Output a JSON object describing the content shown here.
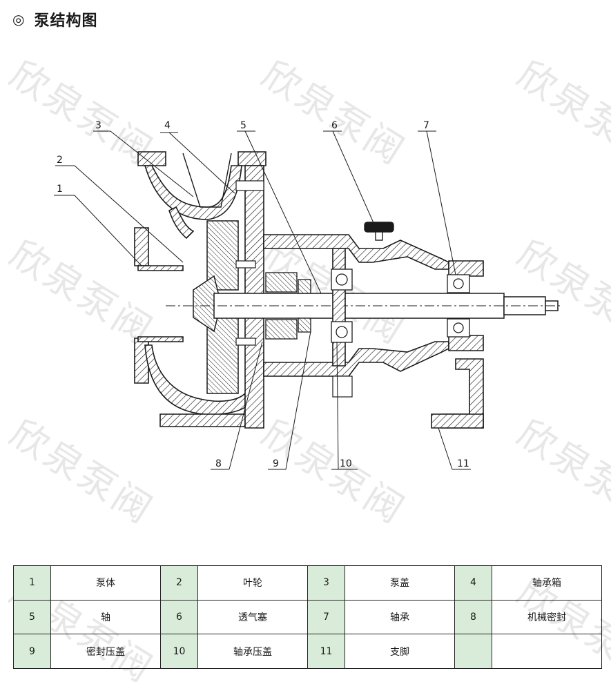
{
  "header": {
    "mark": "◎",
    "title": "泵结构图"
  },
  "watermark_text": "欣泉泵阀",
  "callouts": [
    "1",
    "2",
    "3",
    "4",
    "5",
    "6",
    "7",
    "8",
    "9",
    "10",
    "11"
  ],
  "parts": [
    [
      {
        "no": "1",
        "name": "泵体"
      },
      {
        "no": "2",
        "name": "叶轮"
      },
      {
        "no": "3",
        "name": "泵盖"
      },
      {
        "no": "4",
        "name": "轴承箱"
      }
    ],
    [
      {
        "no": "5",
        "name": "轴"
      },
      {
        "no": "6",
        "name": "透气塞"
      },
      {
        "no": "7",
        "name": "轴承"
      },
      {
        "no": "8",
        "name": "机械密封"
      }
    ],
    [
      {
        "no": "9",
        "name": "密封压盖"
      },
      {
        "no": "10",
        "name": "轴承压盖"
      },
      {
        "no": "11",
        "name": "支脚"
      },
      {
        "no": "",
        "name": ""
      }
    ]
  ],
  "colors": {
    "line": "#1a1a1a",
    "table_num_bg": "#d9ecd9",
    "watermark": "#c8c8c8"
  }
}
